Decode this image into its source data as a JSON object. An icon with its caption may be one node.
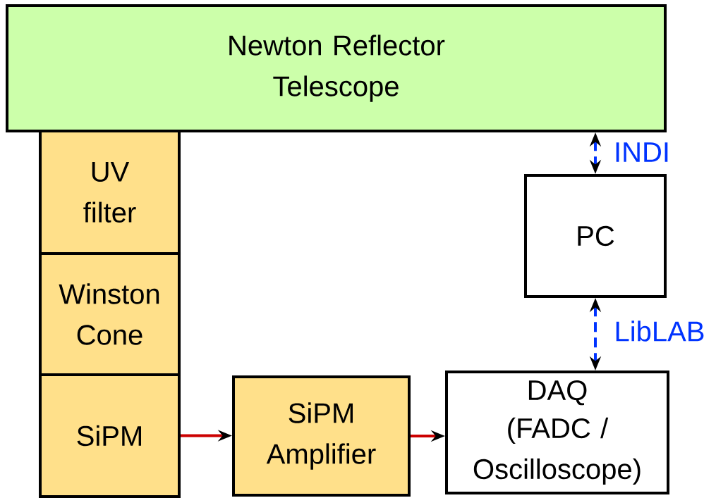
{
  "diagram": {
    "nodes": [
      {
        "text": [
          "Newton Reflector Telescope"
        ]
      },
      {
        "text": [
          "UV filter"
        ]
      },
      {
        "text": [
          "Winston Cone"
        ]
      },
      {
        "text": [
          "SiPM"
        ]
      },
      {
        "text": [
          "SiPM Amplifier"
        ]
      },
      {
        "text": [
          "PC"
        ]
      },
      {
        "text": [
          "DAQ",
          "(FADC / Oscilloscope)"
        ]
      }
    ],
    "edges": [
      {
        "from": 0,
        "to": 5,
        "arrow": "both",
        "label": "INDI",
        "style": "dashed",
        "color": "#0033ff"
      },
      {
        "from": 5,
        "to": 6,
        "arrow": "both",
        "label": "LibLAB",
        "style": "dashed",
        "color": "#0033ff"
      },
      {
        "from": 3,
        "to": 4,
        "arrow": "to",
        "color": "#cc0000"
      },
      {
        "from": 4,
        "to": 6,
        "arrow": "to",
        "color": "#cc0000"
      }
    ]
  }
}
